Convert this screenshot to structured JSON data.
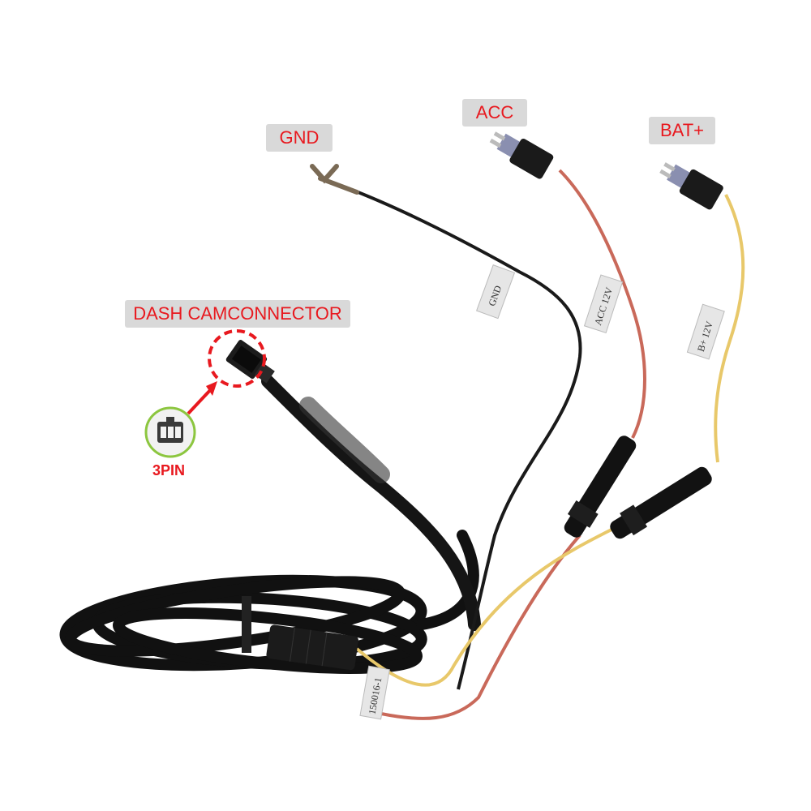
{
  "labels": {
    "gnd": "GND",
    "acc": "ACC",
    "bat": "BAT+",
    "dash_connector": "DASH CAMCONNECTOR",
    "pin_count": "3PIN"
  },
  "wire_tags": {
    "gnd": "GND",
    "acc": "ACC 12V",
    "bat": "B+ 12V",
    "cable": "150016-1"
  },
  "colors": {
    "label_text": "#e8191f",
    "label_bg": "#d9d9d9",
    "gnd_wire": "#1a1a1a",
    "acc_wire": "#c9695a",
    "bat_wire": "#e8c86a",
    "cable": "#111111",
    "highlight_circle": "#e8191f",
    "pin_icon_ring": "#8cc63f"
  }
}
